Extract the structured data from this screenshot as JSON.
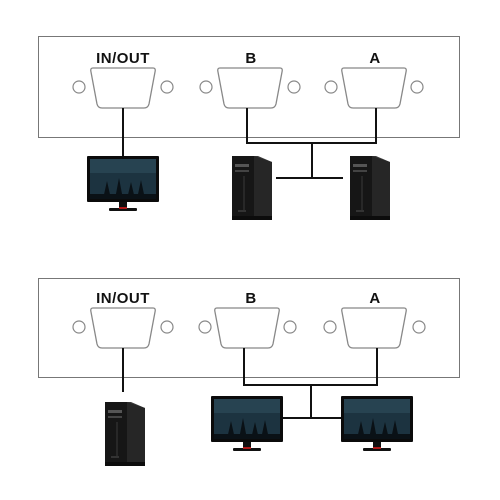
{
  "diagrams": [
    {
      "id": "top",
      "ports": [
        {
          "key": "io",
          "label": "IN/OUT"
        },
        {
          "key": "b",
          "label": "B"
        },
        {
          "key": "a",
          "label": "A"
        }
      ],
      "devices": {
        "io": "monitor",
        "b": "computer-tower",
        "a": "computer-tower"
      }
    },
    {
      "id": "bottom",
      "ports": [
        {
          "key": "io",
          "label": "IN/OUT"
        },
        {
          "key": "b",
          "label": "B"
        },
        {
          "key": "a",
          "label": "A"
        }
      ],
      "devices": {
        "io": "computer-tower",
        "b": "monitor",
        "a": "monitor"
      }
    }
  ],
  "colors": {
    "panel_border": "#777777",
    "connector_stroke": "#888888",
    "cable": "#111111",
    "screen": "#1a2a33",
    "tower": "#1b1b1b"
  }
}
